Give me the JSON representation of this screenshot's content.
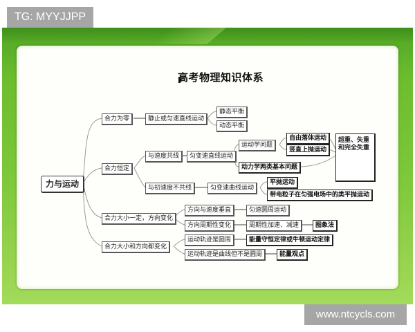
{
  "watermarks": {
    "top_left": "TG: MYYJJPP",
    "bottom_right": "www.ntcycls.com"
  },
  "colors": {
    "frame_green": "#6cbd2e",
    "frame_dark_green": "#3f8f1b",
    "frame_light_green": "#a3da5a",
    "card_background": "#fefefb",
    "watermark_gray": "#a6a6a6"
  },
  "diagram": {
    "title": "高考物理知识体系",
    "root": "力与运动",
    "branches": [
      {
        "label": "合力为零",
        "children": [
          {
            "label": "静止或匀速直线运动",
            "children": [
              {
                "label": "静态平衡"
              },
              {
                "label": "动态平衡"
              }
            ]
          }
        ]
      },
      {
        "label": "合力恒定",
        "children": [
          {
            "label": "与速度共线",
            "children": [
              {
                "label": "匀变速直线运动",
                "children": [
                  {
                    "label": "运动学问题",
                    "children": [
                      {
                        "label": "自由落体运动"
                      },
                      {
                        "label": "竖直上抛运动"
                      }
                    ]
                  },
                  {
                    "label": "动力学两类基本问题"
                  }
                ]
              }
            ]
          },
          {
            "label": "与初速度不共线",
            "children": [
              {
                "label": "匀变速曲线运动",
                "children": [
                  {
                    "label": "平抛运动"
                  },
                  {
                    "label": "带电粒子在匀强电场中的类平抛运动"
                  }
                ]
              }
            ]
          }
        ],
        "summary_box": "超重、失重和完全失重"
      },
      {
        "label": "合力大小一定，方向变化",
        "children": [
          {
            "label": "方向与速度垂直",
            "children": [
              {
                "label": "匀速圆周运动"
              }
            ]
          },
          {
            "label": "方向周期性变化",
            "children": [
              {
                "label": "周期性加速、减速",
                "children": [
                  {
                    "label": "图象法"
                  }
                ]
              }
            ]
          }
        ]
      },
      {
        "label": "合力大小和方向都变化",
        "children": [
          {
            "label": "运动轨迹是圆周",
            "children": [
              {
                "label": "能量守恒定律或牛顿运动定律"
              }
            ]
          },
          {
            "label": "运动轨迹是曲线但不是圆周",
            "children": [
              {
                "label": "能量观点"
              }
            ]
          }
        ]
      }
    ]
  }
}
